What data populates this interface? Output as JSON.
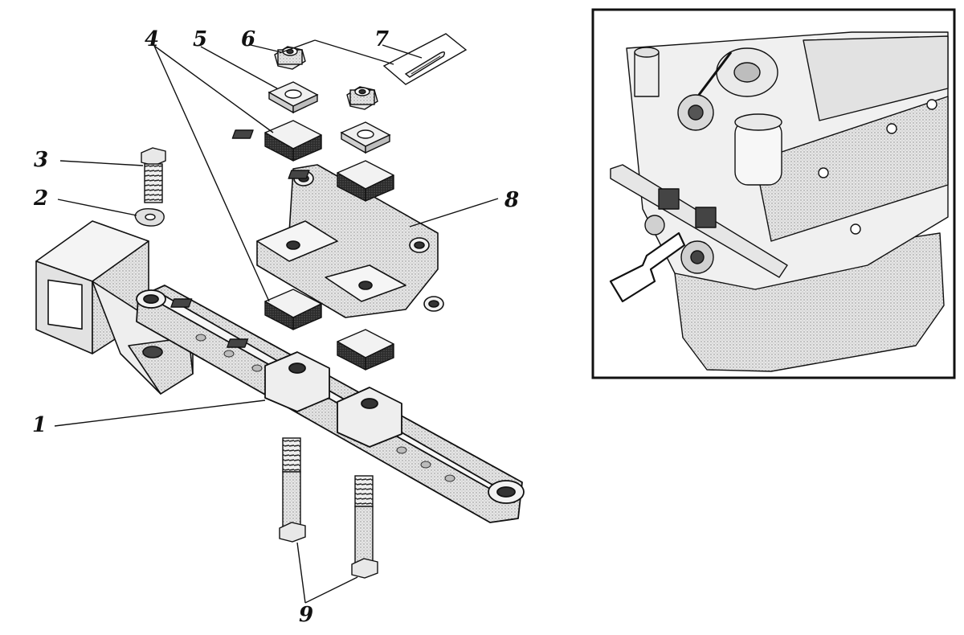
{
  "diagram": {
    "callouts": {
      "c1": "1",
      "c2": "2",
      "c3": "3",
      "c4": "4",
      "c5": "5",
      "c6": "6",
      "c7": "7",
      "c8": "8",
      "c9": "9"
    }
  },
  "colors": {
    "ink": "#111111",
    "paper": "#ffffff",
    "shade": "#cfcfcf",
    "dark": "#3a3a3a"
  }
}
